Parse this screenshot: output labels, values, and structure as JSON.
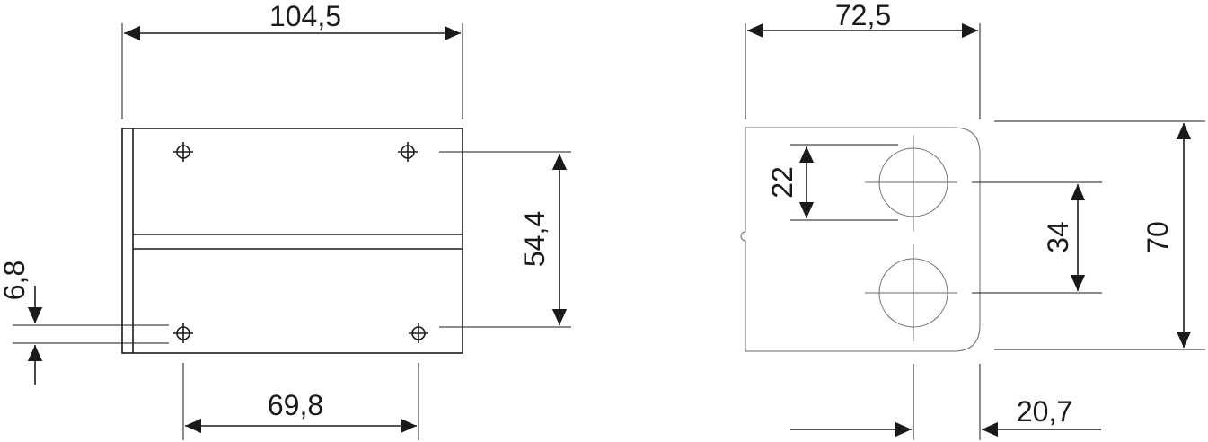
{
  "front_view": {
    "width_label": "104,5",
    "height_label": "54,4",
    "hole_spacing_label": "69,8",
    "edge_offset_label": "6,8"
  },
  "side_view": {
    "width_label": "72,5",
    "hole_size_label": "22",
    "hole_spacing_label": "34",
    "height_label": "70",
    "offset_label": "20,7"
  },
  "colors": {
    "line": "#1a1a1a",
    "background": "#ffffff"
  }
}
